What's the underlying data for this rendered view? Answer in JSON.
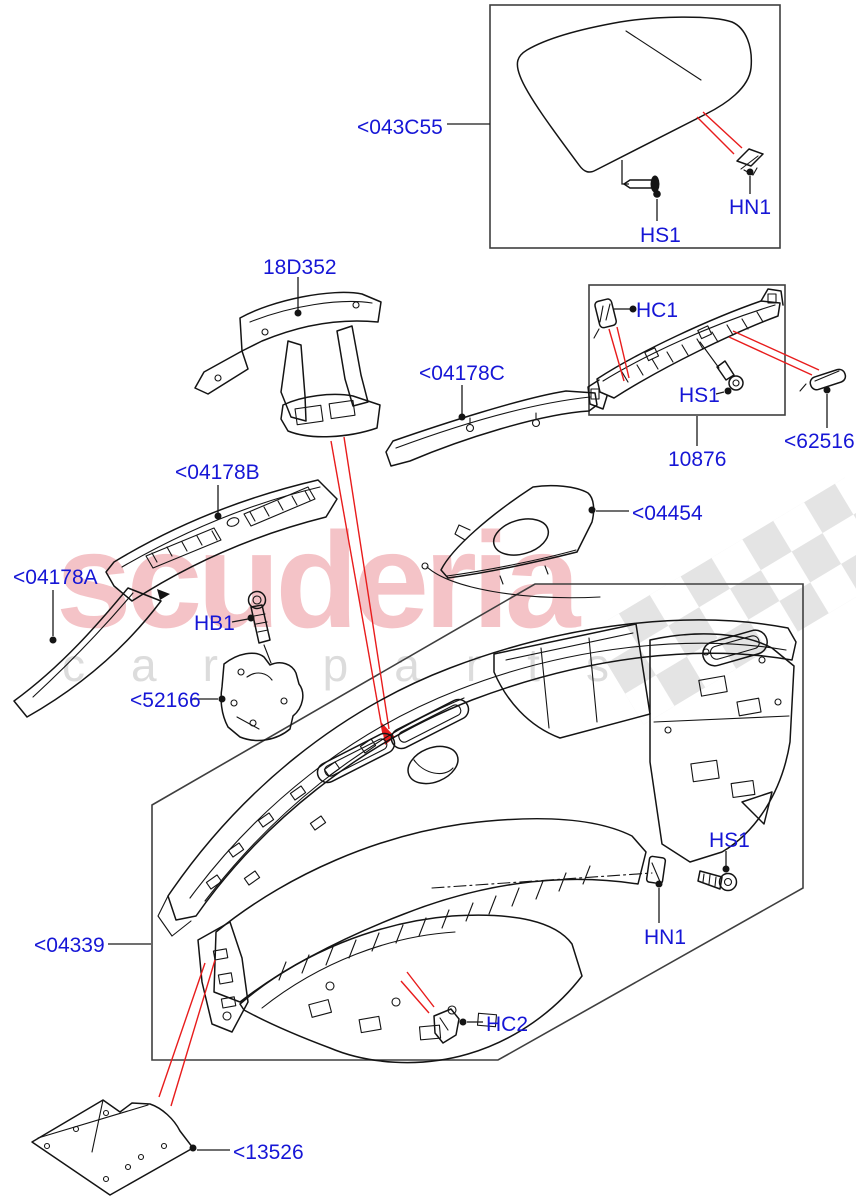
{
  "watermark": {
    "brand": "scuderia",
    "subtext": "car parts"
  },
  "colors": {
    "label_blue": "#1616d6",
    "leader_red": "#e81c1c",
    "line_ink": "#141414",
    "box_gray": "#3f3f3f",
    "flag_gray": "#e4e4e4"
  },
  "labels": {
    "l043C55": {
      "text": "<043C55"
    },
    "hs1Top": {
      "text": "HS1"
    },
    "hn1Top": {
      "text": "HN1"
    },
    "l18D352": {
      "text": "18D352"
    },
    "hc1": {
      "text": "HC1"
    },
    "l04178C": {
      "text": "<04178C"
    },
    "hs1Mid": {
      "text": "HS1"
    },
    "l10876": {
      "text": "10876"
    },
    "l62516": {
      "text": "<62516"
    },
    "l04178B": {
      "text": "<04178B"
    },
    "l04454": {
      "text": "<04454"
    },
    "l04178A": {
      "text": "<04178A"
    },
    "hb1": {
      "text": "HB1"
    },
    "l52166": {
      "text": "<52166"
    },
    "l04339": {
      "text": "<04339"
    },
    "hs1Bottom": {
      "text": "HS1"
    },
    "hn1Bottom": {
      "text": "HN1"
    },
    "hc2": {
      "text": "HC2"
    },
    "l13526": {
      "text": "<13526"
    }
  }
}
